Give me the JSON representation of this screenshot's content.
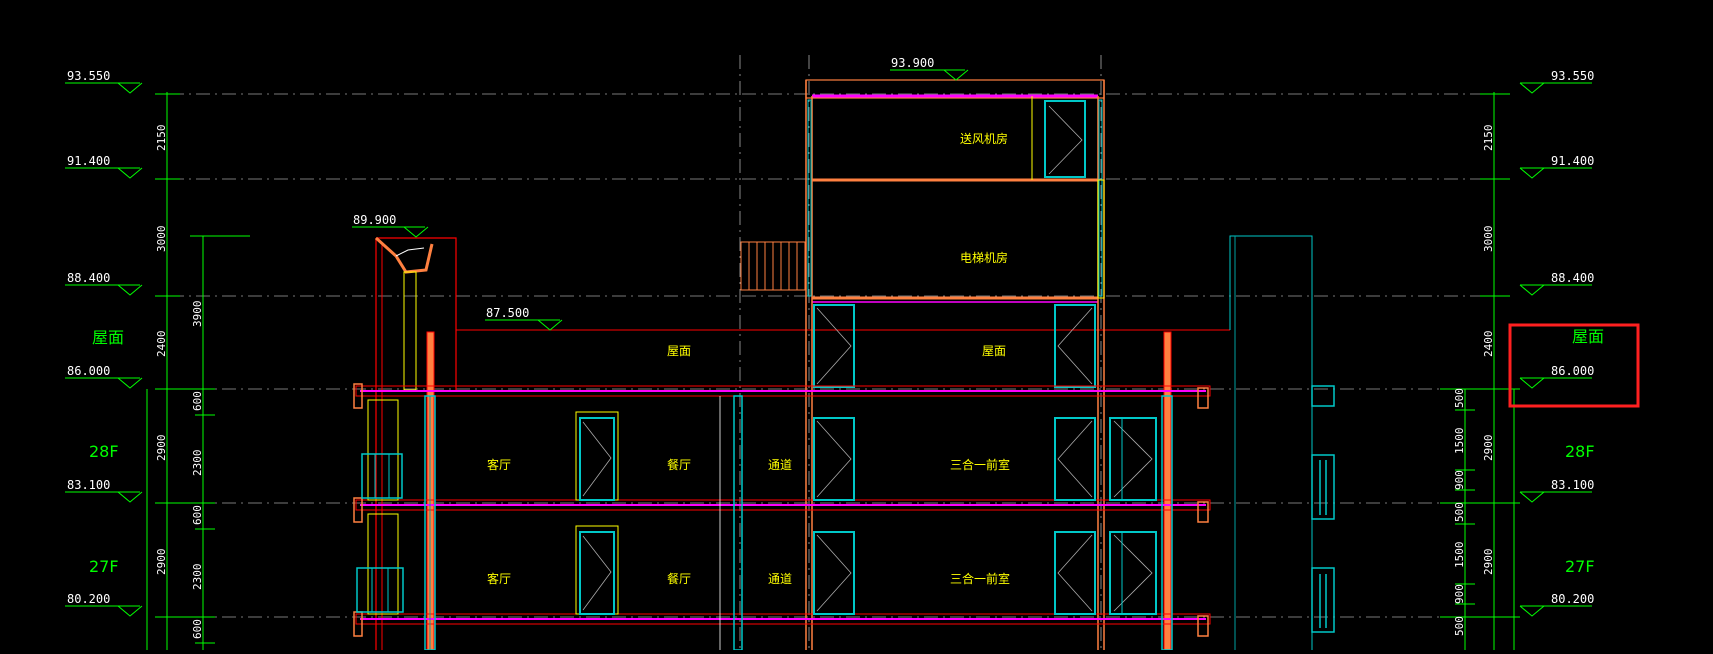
{
  "colors": {
    "background": "#000000",
    "dimension": "#00ff00",
    "room_label": "#ffff00",
    "wall": "#ff0000",
    "slab": "#ff00ff",
    "window": "#00c8c8",
    "highlight_box": "#ff2020",
    "text_white": "#ffffff"
  },
  "elevations_left": [
    {
      "label": "93.550"
    },
    {
      "label": "91.400"
    },
    {
      "label": "88.400"
    },
    {
      "label": "86.000"
    },
    {
      "label": "83.100"
    },
    {
      "label": "80.200"
    }
  ],
  "elevations_right": [
    {
      "label": "93.550"
    },
    {
      "label": "91.400"
    },
    {
      "label": "88.400"
    },
    {
      "label": "86.000"
    },
    {
      "label": "83.100"
    },
    {
      "label": "80.200"
    }
  ],
  "top_elevations": {
    "machine_top": "93.900",
    "stair_top": "89.900",
    "roof_parapet": "87.500"
  },
  "dims_left_outer": [
    "2150",
    "3000",
    "2400",
    "2900",
    "2900"
  ],
  "dims_left_inner": [
    "3900",
    "600",
    "2300",
    "600",
    "2300",
    "600"
  ],
  "dims_right_outer": [
    "2150",
    "3000",
    "2400",
    "2900",
    "2900"
  ],
  "dims_right_inner": [
    "500",
    "1500",
    "900",
    "500",
    "1500",
    "900",
    "500"
  ],
  "floor_labels": {
    "roof_left": "屋面",
    "roof_right": "屋面",
    "f28_left": "28F",
    "f28_right": "28F",
    "f27_left": "27F",
    "f27_right": "27F"
  },
  "rooms": {
    "air_supply": "送风机房",
    "elevator_machine": "电梯机房",
    "roof_mid": "屋面",
    "roof_core": "屋面",
    "living_28": "客厅",
    "dining_28": "餐厅",
    "corridor_28": "通道",
    "lobby_28": "三合一前室",
    "living_27": "客厅",
    "dining_27": "餐厅",
    "corridor_27": "通道",
    "lobby_27": "三合一前室"
  }
}
